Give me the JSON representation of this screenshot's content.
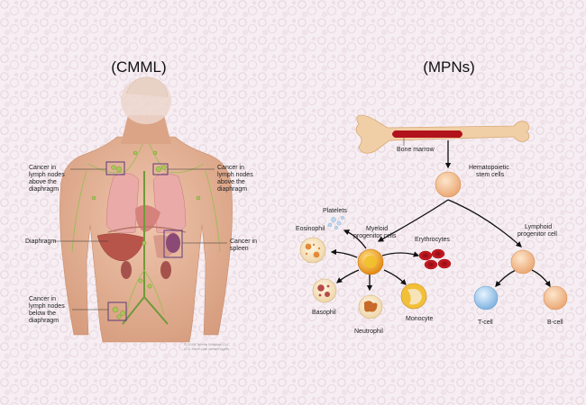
{
  "left_panel": {
    "title": "(CMML)",
    "labels": {
      "above_left": [
        "Cancer in",
        "lymph nodes",
        "above the",
        "diaphragm"
      ],
      "above_right": [
        "Cancer in",
        "lymph nodes",
        "above the",
        "diaphragm"
      ],
      "diaphragm": "Diaphragm",
      "spleen": [
        "Cancer in",
        "spleen"
      ],
      "below": [
        "Cancer in",
        "lymph nodes",
        "below the",
        "diaphragm"
      ]
    },
    "credit": [
      "© 2010 Terese Winslow LLC",
      "U.S. Govt. has certain rights"
    ]
  },
  "right_panel": {
    "title": "(MPNs)",
    "labels": {
      "bone_marrow": "Bone marrow",
      "stem": [
        "Hematopoietic",
        "stem cells"
      ],
      "platelets": "Platelets",
      "myeloid": [
        "Myeloid",
        "progenitor cells"
      ],
      "erythrocytes": "Erythrocytes",
      "lymphoid": [
        "Lymphoid",
        "progenitor cell"
      ],
      "eosinophil": "Eosinophil",
      "basophil": "Basophil",
      "neutrophil": "Neutrophil",
      "monocyte": "Monocyte",
      "tcell": "T-cell",
      "bcell": "B-cell"
    }
  },
  "colors": {
    "background": "#f6eef2",
    "skin": "#e6b497",
    "lung": "#e8a9a6",
    "liver": "#b8554a",
    "lymph": "#a9c55a",
    "bone": "#f1cfa6",
    "marrow": "#b2121c",
    "cell_orange": "#f5a43b",
    "cell_peach": "#f6c79a",
    "cell_blue": "#a9cdec",
    "rbc": "#c8141d",
    "monocyte_rim": "#e0a020"
  }
}
